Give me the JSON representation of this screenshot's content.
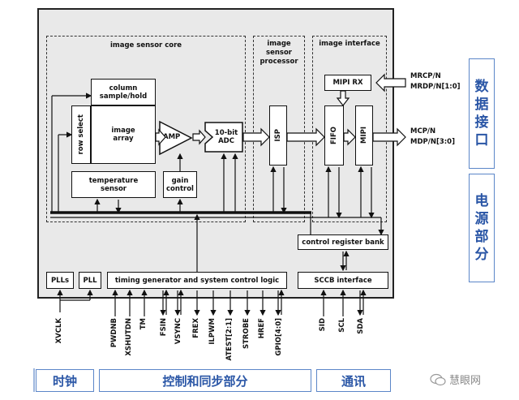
{
  "sections": {
    "core": "image sensor core",
    "processor": "image sensor processor",
    "interface": "image interface"
  },
  "blocks": {
    "column_sample_hold": "column sample/hold",
    "row_select": "row select",
    "image_array": "image array",
    "amp": "AMP",
    "adc": "10-bit ADC",
    "isp": "ISP",
    "mipi_rx": "MIPI RX",
    "fifo": "FIFO",
    "mipi": "MIPI",
    "temperature_sensor": "temperature sensor",
    "gain_control": "gain control",
    "control_register_bank": "control register bank",
    "plls": "PLLs",
    "pll": "PLL",
    "timing_generator": "timing generator and system control logic",
    "sccb_interface": "SCCB interface"
  },
  "signals": {
    "mrcp": "MRCP/N",
    "mrdp": "MRDP/N[1:0]",
    "mcp": "MCP/N",
    "mdp": "MDP/N[3:0]",
    "pins": [
      "XVCLK",
      "PWDNB",
      "XSHUTDN",
      "TM",
      "FSIN",
      "VSYNC",
      "FREX",
      "ILPWM",
      "ATEST[2:1]",
      "STROBE",
      "HREF",
      "GPIO[4:0]",
      "SID",
      "SCL",
      "SDA"
    ]
  },
  "groups": {
    "data_interface": "数据接口",
    "power": "电源部分",
    "clock": "时钟",
    "control_sync": "控制和同步部分",
    "comm": "通讯"
  },
  "watermark": "慧眼网",
  "colors": {
    "chip_bg": "#e9e9e9",
    "label_blue": "#2a56a6",
    "label_border": "#5b86c8"
  }
}
